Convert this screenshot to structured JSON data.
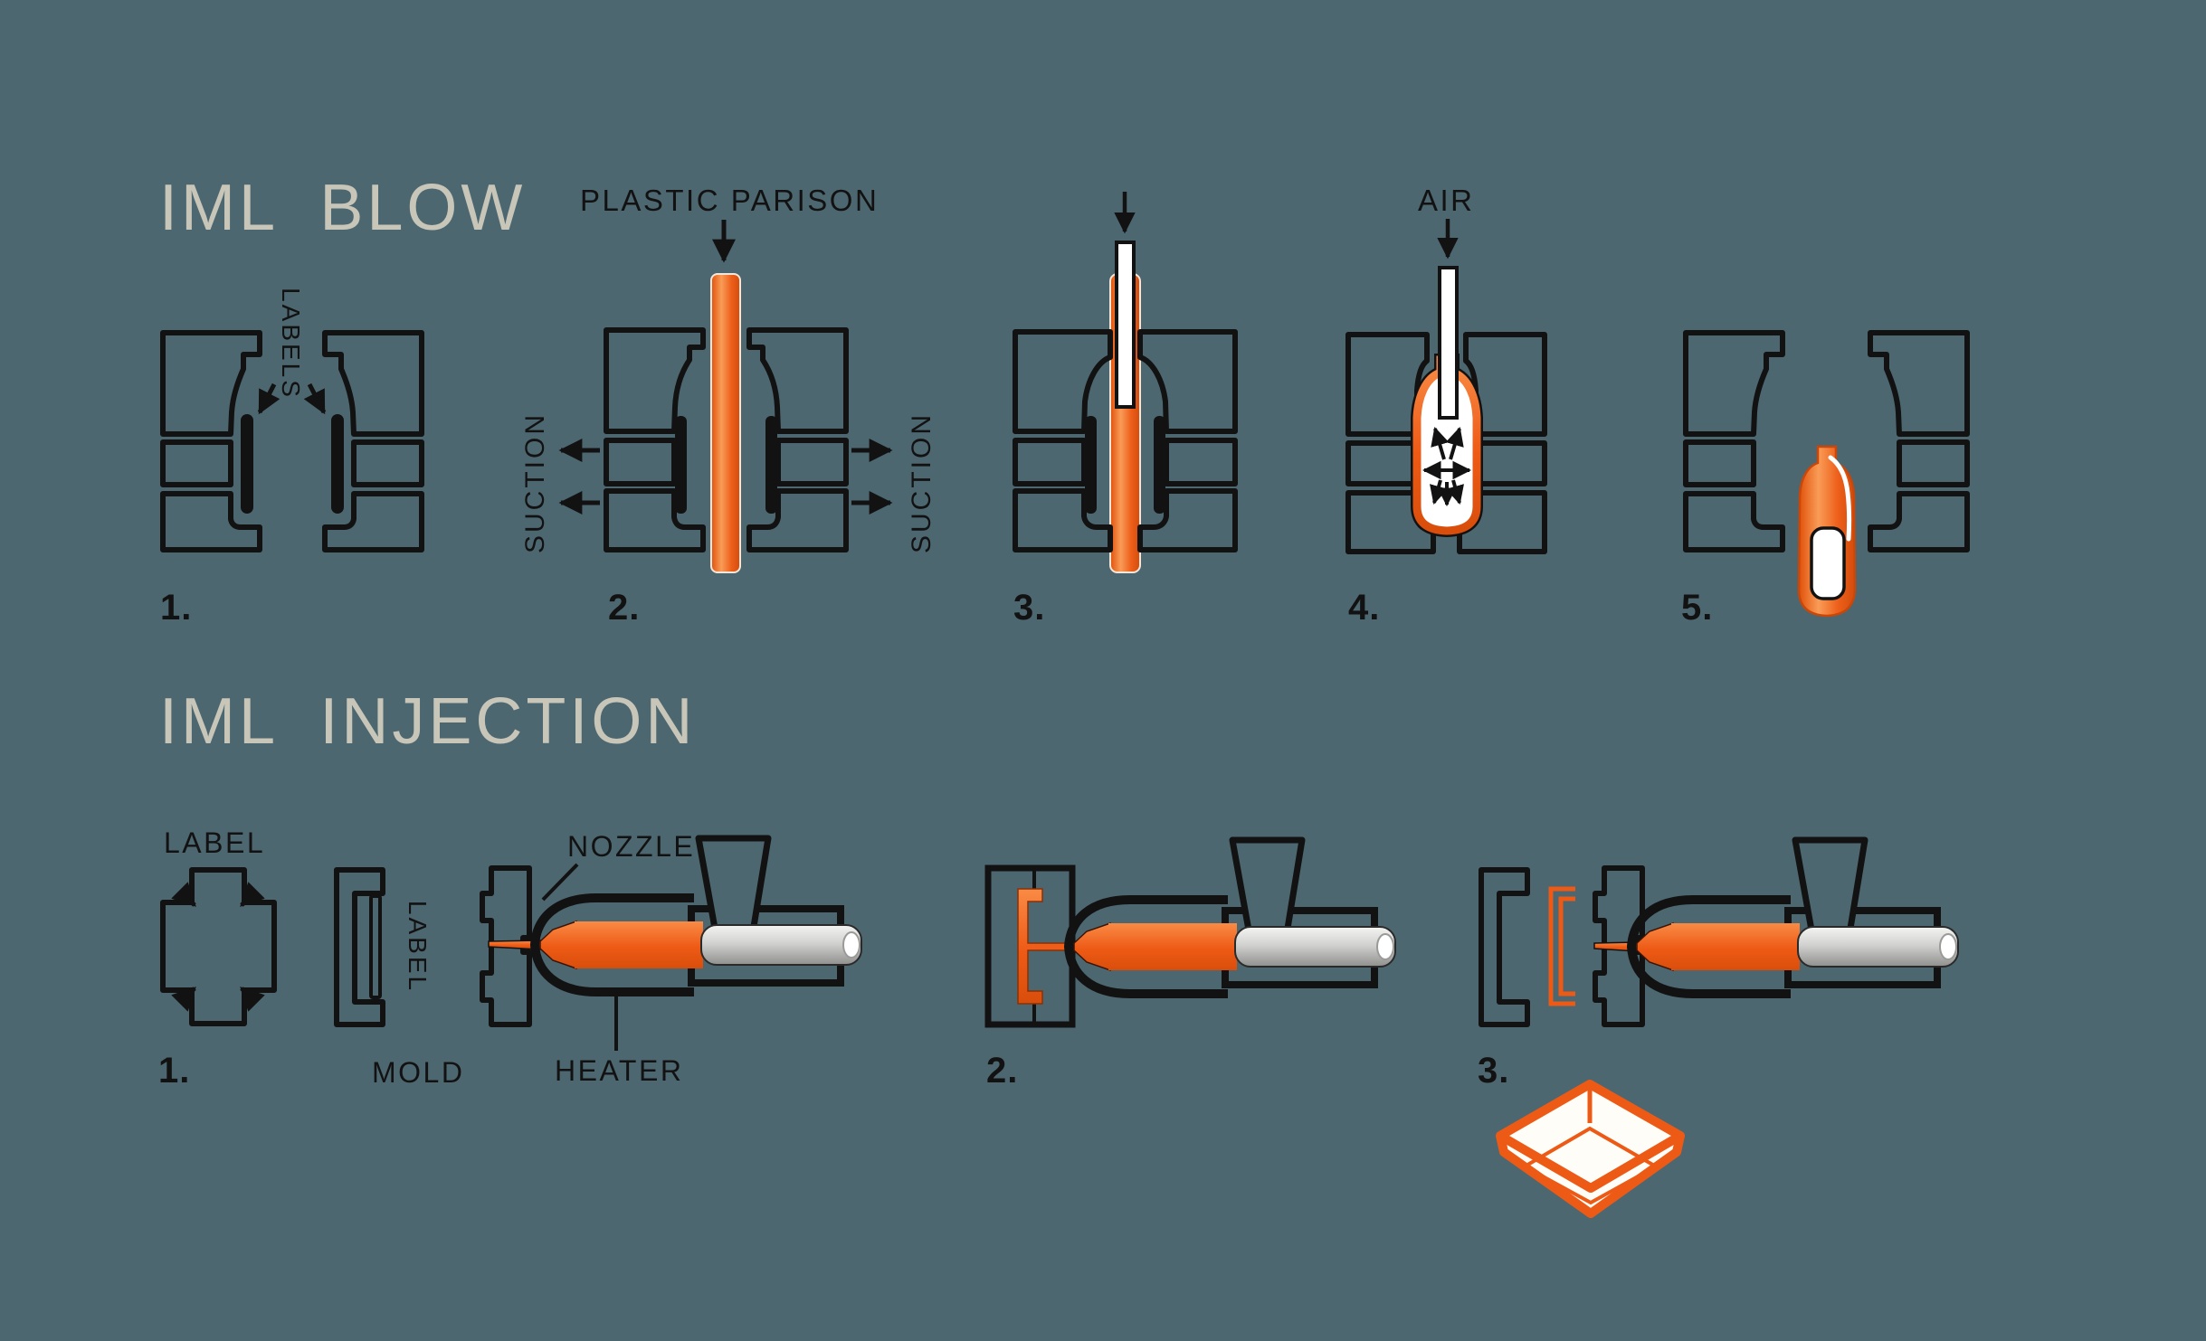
{
  "background_color": "#4d6770",
  "palette": {
    "orange": "#ed5a16",
    "line_black": "#121212",
    "title_gray": "#c8c6b9",
    "steel_gray": "#cfcfcd",
    "white": "#ffffff"
  },
  "blow": {
    "title": "IML  BLOW",
    "labels": {
      "labels_tag": "LABELS",
      "plastic_parison": "PLASTIC PARISON",
      "suction": "SUCTION",
      "air": "AIR"
    },
    "step_numbers": [
      "1.",
      "2.",
      "3.",
      "4.",
      "5."
    ]
  },
  "injection": {
    "title": "IML  INJECTION",
    "labels": {
      "label": "LABEL",
      "label_side": "LABEL",
      "mold": "MOLD",
      "nozzle": "NOZZLE",
      "heater": "HEATER"
    },
    "step_numbers": [
      "1.",
      "2.",
      "3."
    ]
  }
}
